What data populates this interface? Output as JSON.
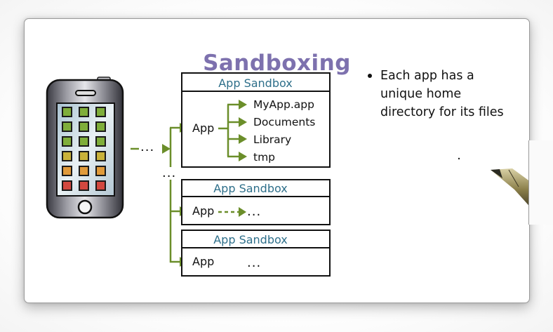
{
  "title": "Sandboxing",
  "colors": {
    "title": "#7d71ae",
    "arrow": "#6b8e2a",
    "sandbox_header": "#2e6f8a",
    "text": "#111111",
    "box_border": "#111111"
  },
  "device": {
    "name": "smartphone",
    "app_icon_rows": [
      [
        "green",
        "green",
        "green"
      ],
      [
        "green",
        "green",
        "green"
      ],
      [
        "green",
        "green",
        "green"
      ],
      [
        "yellow",
        "yellow",
        "yellow"
      ],
      [
        "orange",
        "orange",
        "orange"
      ],
      [
        "red",
        "red",
        "red"
      ]
    ],
    "row_colors": {
      "green": "#7fae3a",
      "yellow": "#c9b23a",
      "orange": "#e09a3a",
      "red": "#d2483f"
    }
  },
  "connector": {
    "ellipsis": "...",
    "between_sandboxes_ellipsis": "..."
  },
  "sandboxes": [
    {
      "header": "App Sandbox",
      "app_label": "App",
      "children": [
        "MyApp.app",
        "Documents",
        "Library",
        "tmp"
      ]
    },
    {
      "header": "App Sandbox",
      "app_label": "App",
      "continuation": "..."
    },
    {
      "header": "App Sandbox",
      "app_label": "App",
      "continuation": "..."
    }
  ],
  "bullets": [
    "Each app has a unique home directory for its files"
  ],
  "pen": {
    "name": "stylus-pen"
  }
}
